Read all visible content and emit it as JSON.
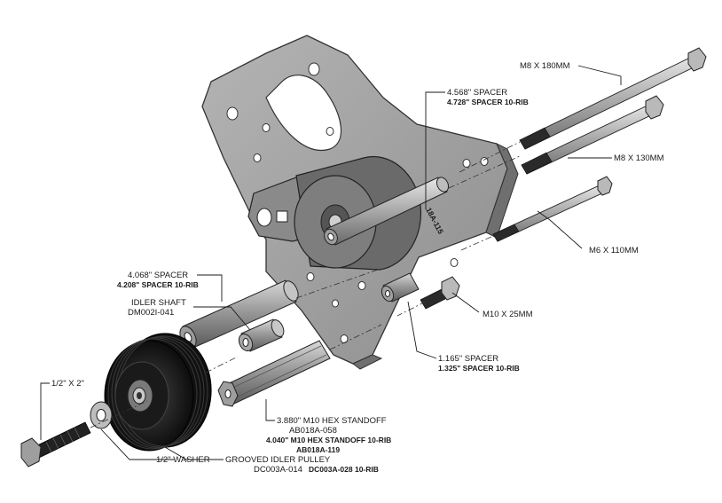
{
  "diagram": {
    "labels": {
      "m8_180": "M8 X 180MM",
      "m8_130": "M8 X 130MM",
      "m6_110": "M6 X 110MM",
      "m10_25": "M10 X 25MM",
      "spacer_4568": "4.568\" SPACER",
      "spacer_4728": "4.728\" SPACER 10-RIB",
      "spacer_4068": "4.068\" SPACER",
      "spacer_4208": "4.208\" SPACER 10-RIB",
      "idler_shaft": "IDLER SHAFT",
      "idler_shaft_pn": "DM002I-041",
      "spacer_1165": "1.165\" SPACER",
      "spacer_1325": "1.325\" SPACER 10-RIB",
      "standoff_3880": "3.880\" M10 HEX STANDOFF",
      "standoff_3880_pn": "AB018A-058",
      "standoff_4040": "4.040\" M10 HEX STANDOFF 10-RIB",
      "standoff_4040_pn": "AB018A-119",
      "bolt_half_2": "1/2\" X 2\"",
      "washer": "1/2\" WASHER",
      "pulley": "GROOVED IDLER PULLEY",
      "pulley_pn": "DC003A-014",
      "pulley_pn_10rib": "DC003A-028 10-RIB",
      "bracket_stamp": "18A-115"
    }
  }
}
